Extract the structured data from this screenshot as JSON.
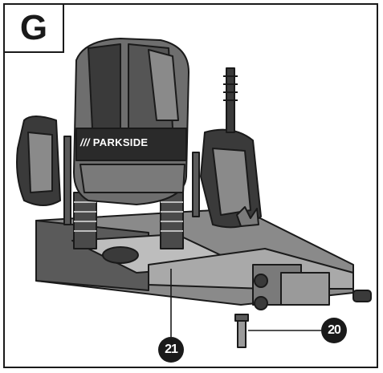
{
  "figure": {
    "label": "G"
  },
  "product": {
    "brand": "PARKSIDE",
    "brand_mark": "///"
  },
  "callouts": [
    {
      "number": "20",
      "part": "part-20"
    },
    {
      "number": "21",
      "part": "part-21"
    }
  ],
  "colors": {
    "ink": "#1a1a1a",
    "body_gray": "#7a7a7a",
    "dark_gray": "#3a3a3a",
    "paper": "#ffffff"
  }
}
